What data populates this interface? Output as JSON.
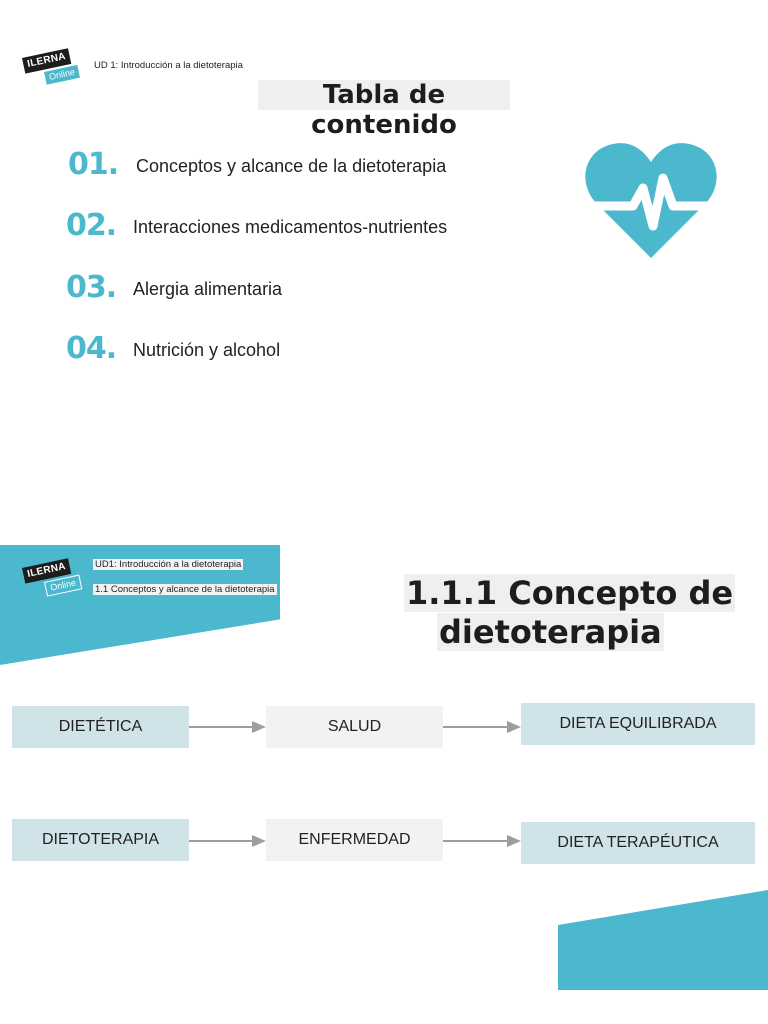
{
  "logo": {
    "top": "ILERNA",
    "bottom": "Online"
  },
  "page1": {
    "header": "UD 1: Introducción a la dietoterapia",
    "title": "Tabla de contenido",
    "items": [
      {
        "num": "01.",
        "label": "Conceptos y alcance de la dietoterapia"
      },
      {
        "num": "02.",
        "label": "Interacciones medicamentos-nutrientes"
      },
      {
        "num": "03.",
        "label": "Alergia alimentaria"
      },
      {
        "num": "04.",
        "label": "Nutrición y alcohol"
      }
    ]
  },
  "page2": {
    "header1": "UD1: Introducción a la dietoterapia",
    "header2": "1.1 Conceptos y alcance de la dietoterapia",
    "title_line1": "1.1.1 Concepto de",
    "title_line2": "dietoterapia",
    "flow_rows": [
      [
        "DIETÉTICA",
        "SALUD",
        "DIETA EQUILIBRADA"
      ],
      [
        "DIETOTERAPIA",
        "ENFERMEDAD",
        "DIETA TERAPÉUTICA"
      ]
    ]
  },
  "colors": {
    "accent": "#4bb8ce",
    "box_blue": "#cfe3e8",
    "box_grey": "#f2f2f2",
    "dark": "#1d1d1b"
  },
  "icons": {
    "heart": "heart-pulse-icon",
    "arrow": "arrow-right-icon"
  }
}
